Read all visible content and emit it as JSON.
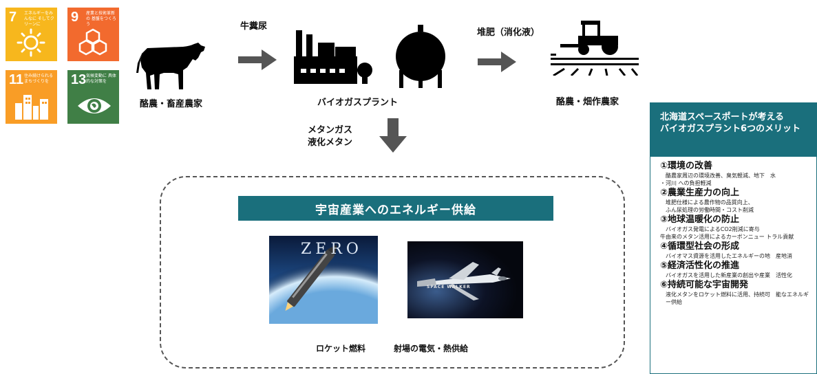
{
  "sdgs": [
    {
      "number": "7",
      "caption": "エネルギーをみんなに そしてクリーンに",
      "color": "#F7B71D",
      "icon": "sun-icon"
    },
    {
      "number": "9",
      "caption": "産業と技術革新の 基盤をつくろう",
      "color": "#F26A2E",
      "icon": "cubes-icon"
    },
    {
      "number": "11",
      "caption": "住み続けられる まちづくりを",
      "color": "#F99D26",
      "icon": "city-icon"
    },
    {
      "number": "13",
      "caption": "気候変動に 具体的な対策を",
      "color": "#407F46",
      "icon": "eye-globe-icon"
    }
  ],
  "flow": {
    "dairy_farmer": "酪農・畜産農家",
    "manure": "牛糞尿",
    "plant": "バイオガスプラント",
    "compost": "堆肥（消化液）",
    "crop_farmer": "酪農・畑作農家",
    "methane": [
      "メタンガス",
      "液化メタン"
    ]
  },
  "space": {
    "banner": "宇宙産業へのエネルギー供給",
    "rocket_caption": "ロケット燃料",
    "spaceport_caption": "射場の電気・熱供給",
    "rocket_text": "ZERO",
    "plane_logo": "SPACE WALKER"
  },
  "panel": {
    "title": [
      "北海道スペースポートが考える",
      "バイオガスプラント6つのメリット"
    ],
    "merits": [
      {
        "title": "①環境の改善",
        "body": [
          "酪農家周辺の環境改善、臭気軽減、地下　水",
          "・河川 への負担軽減"
        ]
      },
      {
        "title": "②農業生産力の向上",
        "body": [
          "堆肥仕様による農作物の品質向上、",
          "ふん尿処理の労働時間・コスト削減"
        ]
      },
      {
        "title": "③地球温暖化の防止",
        "body": [
          "バイオガス発電によるCO2削減に寄与",
          "牛由来のメタン活用によるカーボンニュー トラル貢献"
        ]
      },
      {
        "title": "④循環型社会の形成",
        "body": [
          "バイオマス資源を活用したエネルギーの地　産地消"
        ]
      },
      {
        "title": "⑤経済活性化の推進",
        "body": [
          "バイオガスを活用した新産業の創出や産業　活性化"
        ]
      },
      {
        "title": "⑥持続可能な宇宙開発",
        "body": [
          "液化メタンをロケット燃料に活用、持続可　能なエネルギー供給"
        ]
      }
    ]
  }
}
